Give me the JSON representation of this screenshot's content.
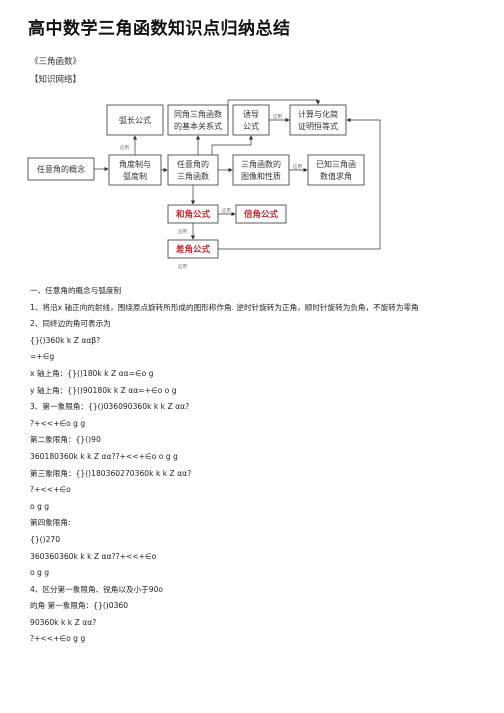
{
  "title": "高中数学三角函数知识点归纳总结",
  "subtitle": "《三角函数》",
  "section": "【知识网络】",
  "diagram": {
    "nodes": {
      "hudu_gongshi": "弧长公式",
      "tongjiao": [
        "同角三角函数",
        "的基本关系式"
      ],
      "youdao": [
        "诱导",
        "公式"
      ],
      "jisuan": [
        "计算与化简",
        "证明恒等式"
      ],
      "renyijiao_gainian": "任意角的概念",
      "jiaodu_zhi": [
        "角度制与",
        "弧度制"
      ],
      "renyijiao_hanshu": [
        "任意角的",
        "三角函数"
      ],
      "tuxiang": [
        "三角函数的",
        "图像和性质"
      ],
      "yizhi": [
        "已知三角函",
        "数值求角"
      ],
      "hejiao": "和角公式",
      "beijiao": "倍角公式",
      "chajiao": "差角公式"
    },
    "edge_labels": {
      "e1": "应用",
      "e2": "应用",
      "e3": "应用",
      "e4": "应用",
      "e5": "应用",
      "e6": "应用"
    }
  },
  "lines": [
    "一、任意角的概念与弧度制",
    "1、将沿x 轴正向的射线，围绕原点旋转所形成的图形称作角. 逆时针旋转为正角，顺时针旋转为负角，不旋转为零角",
    "2、同终边的角可表示为",
    "{}()360k k Z ααβ?",
    "=+∈g",
    "x 轴上角：{}()180k k Z αα=∈o g",
    "y 轴上角：{}()90180k k Z αα=+∈o o g",
    "3、第一象限角：{}()036090360k k k Z αα?",
    "?+<<+∈o g g",
    "第二象限角：{}()90",
    "360180360k k k Z αα??+<<+∈o o g g",
    "第三象限角：{}()180360270360k k k Z αα?",
    "?+<<+∈o",
    "o g g",
    "第四象限角:",
    "{}()270",
    "360360360k k k Z αα??+<<+∈o",
    "o g g",
    "4、区分第一象限角、锐角以及小于90o",
    "的角 第一象限角：{}()0360",
    "90360k k k Z αα?",
    "?+<<+∈o g g"
  ]
}
